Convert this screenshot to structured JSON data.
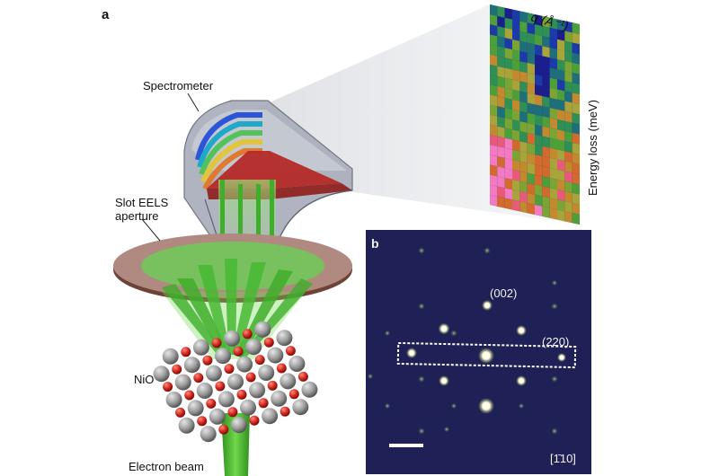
{
  "panel_a": {
    "letter": "a",
    "labels": {
      "spectrometer": "Spectrometer",
      "slot_line1": "Slot EELS",
      "slot_line2": "aperture",
      "sample": "NiO",
      "beam": "Electron beam"
    },
    "axis_x": "q (Å⁻¹)",
    "axis_y": "Energy loss (meV)",
    "colors": {
      "beam": "#3fae2a",
      "aperture": "#7a4a40",
      "oxygen": "#cc2222",
      "nickel": "#9a9a9a",
      "spectrum_low": "#1a1f8c",
      "spectrum_high": "#f04fb0"
    }
  },
  "panel_b": {
    "letter": "b",
    "spot_labels": {
      "s002": "(002)",
      "s220": "(220)"
    },
    "zone_axis": "[1̄10]",
    "colors": {
      "background": "#1e2056",
      "spot": "#fff6c8",
      "box": "#ffffff"
    }
  }
}
